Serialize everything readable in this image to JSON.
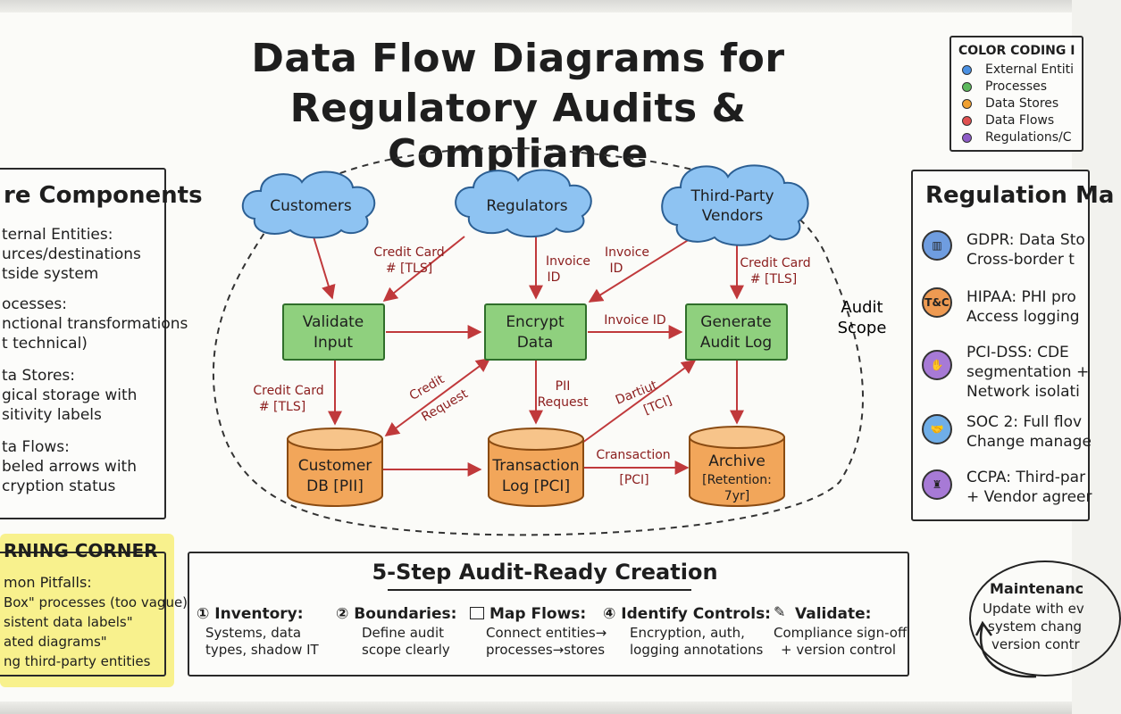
{
  "title": {
    "line1": "Data Flow Diagrams for",
    "line2": "Regulatory Audits & Compliance"
  },
  "legend": {
    "heading": "COLOR CODING I",
    "items": [
      {
        "label": "External Entiti",
        "color": "#4a90e2",
        "icon": "blue-circle-icon"
      },
      {
        "label": "Processes",
        "color": "#5cb85c",
        "icon": "green-circle-icon"
      },
      {
        "label": "Data Stores",
        "color": "#f0a030",
        "icon": "orange-circle-icon"
      },
      {
        "label": "Data Flows",
        "color": "#e05050",
        "icon": "red-circle-icon"
      },
      {
        "label": "Regulations/C",
        "color": "#8e5cc7",
        "icon": "purple-person-icon"
      }
    ]
  },
  "core": {
    "heading": "re Components",
    "lines": [
      "ternal Entities:",
      "urces/destinations",
      "tside system",
      "ocesses:",
      "nctional transformations",
      "t technical)",
      "ta Stores:",
      "gical storage with",
      "sitivity labels",
      "ta Flows:",
      "beled arrows with",
      "cryption status"
    ]
  },
  "learning": {
    "heading": "RNING CORNER",
    "lines": [
      "mon Pitfalls:",
      "Box\" processes (too vague)",
      "sistent data labels\"",
      "ated diagrams\"",
      "ng third-party entities"
    ]
  },
  "diagram": {
    "entities": [
      "Customers",
      "Regulators",
      "Third-Party",
      "Vendors"
    ],
    "processes": [
      "Validate",
      "Input",
      "Encrypt",
      "Data",
      "Generate",
      "Audit Log"
    ],
    "stores": [
      "Customer",
      "DB [PII]",
      "Transaction",
      "Log [PCI]",
      "Archive",
      "[Retention:",
      "7yr]"
    ],
    "flows": {
      "cc_tls_a1": "Credit Card",
      "cc_tls_a2": "# [TLS]",
      "garbled1": "Invoice",
      "garbled2": "ID",
      "invoice1": "Invoice",
      "invoice2": "ID",
      "cc_tls_b1": "Credit Card",
      "cc_tls_b2": "# [TLS]",
      "invoice_id": "Invoice ID",
      "cc_tls_c1": "Credit Card",
      "cc_tls_c2": "# [TLS]",
      "credit1": "Credit",
      "credit2": "Request",
      "pii1": "PII",
      "pii2": "Request",
      "garbled3": "Dartiut",
      "garbled4": "[TCI]",
      "cransaction1": "Cransaction",
      "cransaction2": "[PCI]"
    },
    "audit_scope": [
      "Audit",
      "Scope"
    ]
  },
  "regulations": {
    "heading": "Regulation Ma",
    "items": [
      {
        "icon": "gdpr-building-icon",
        "color": "#4a7fd0",
        "lines": [
          "GDPR: Data Sto",
          "Cross-border t"
        ]
      },
      {
        "icon": "hipaa-tc-icon",
        "color": "#e8873a",
        "lines": [
          "HIPAA: PHI pro",
          "Access logging"
        ]
      },
      {
        "icon": "pci-hand-icon",
        "color": "#8e5cc7",
        "lines": [
          "PCI-DSS: CDE",
          "segmentation +",
          "Network isolati"
        ]
      },
      {
        "icon": "soc2-handshake-icon",
        "color": "#4a90e2",
        "lines": [
          "SOC 2: Full flov",
          "Change manage"
        ]
      },
      {
        "icon": "ccpa-person-icon",
        "color": "#8e5cc7",
        "lines": [
          "CCPA: Third-par",
          "+ Vendor agreer"
        ]
      }
    ]
  },
  "steps": {
    "title": "5-Step Audit-Ready Creation",
    "items": [
      {
        "heading": "① Inventory:",
        "lines": [
          "Systems, data",
          "types, shadow IT"
        ]
      },
      {
        "heading": "② Boundaries:",
        "lines": [
          "Define audit",
          "scope clearly"
        ]
      },
      {
        "heading": "Map Flows:",
        "lines": [
          "Connect entities→",
          "processes→stores"
        ]
      },
      {
        "heading": "④ Identify Controls:",
        "lines": [
          "Encryption, auth,",
          "logging annotations"
        ]
      },
      {
        "heading": "Validate:",
        "lines": [
          "Compliance sign-off",
          "+ version control"
        ]
      }
    ]
  },
  "maintenance": {
    "lines": [
      "Maintenanc",
      "Update with ev",
      "system chang",
      "version contr"
    ]
  }
}
